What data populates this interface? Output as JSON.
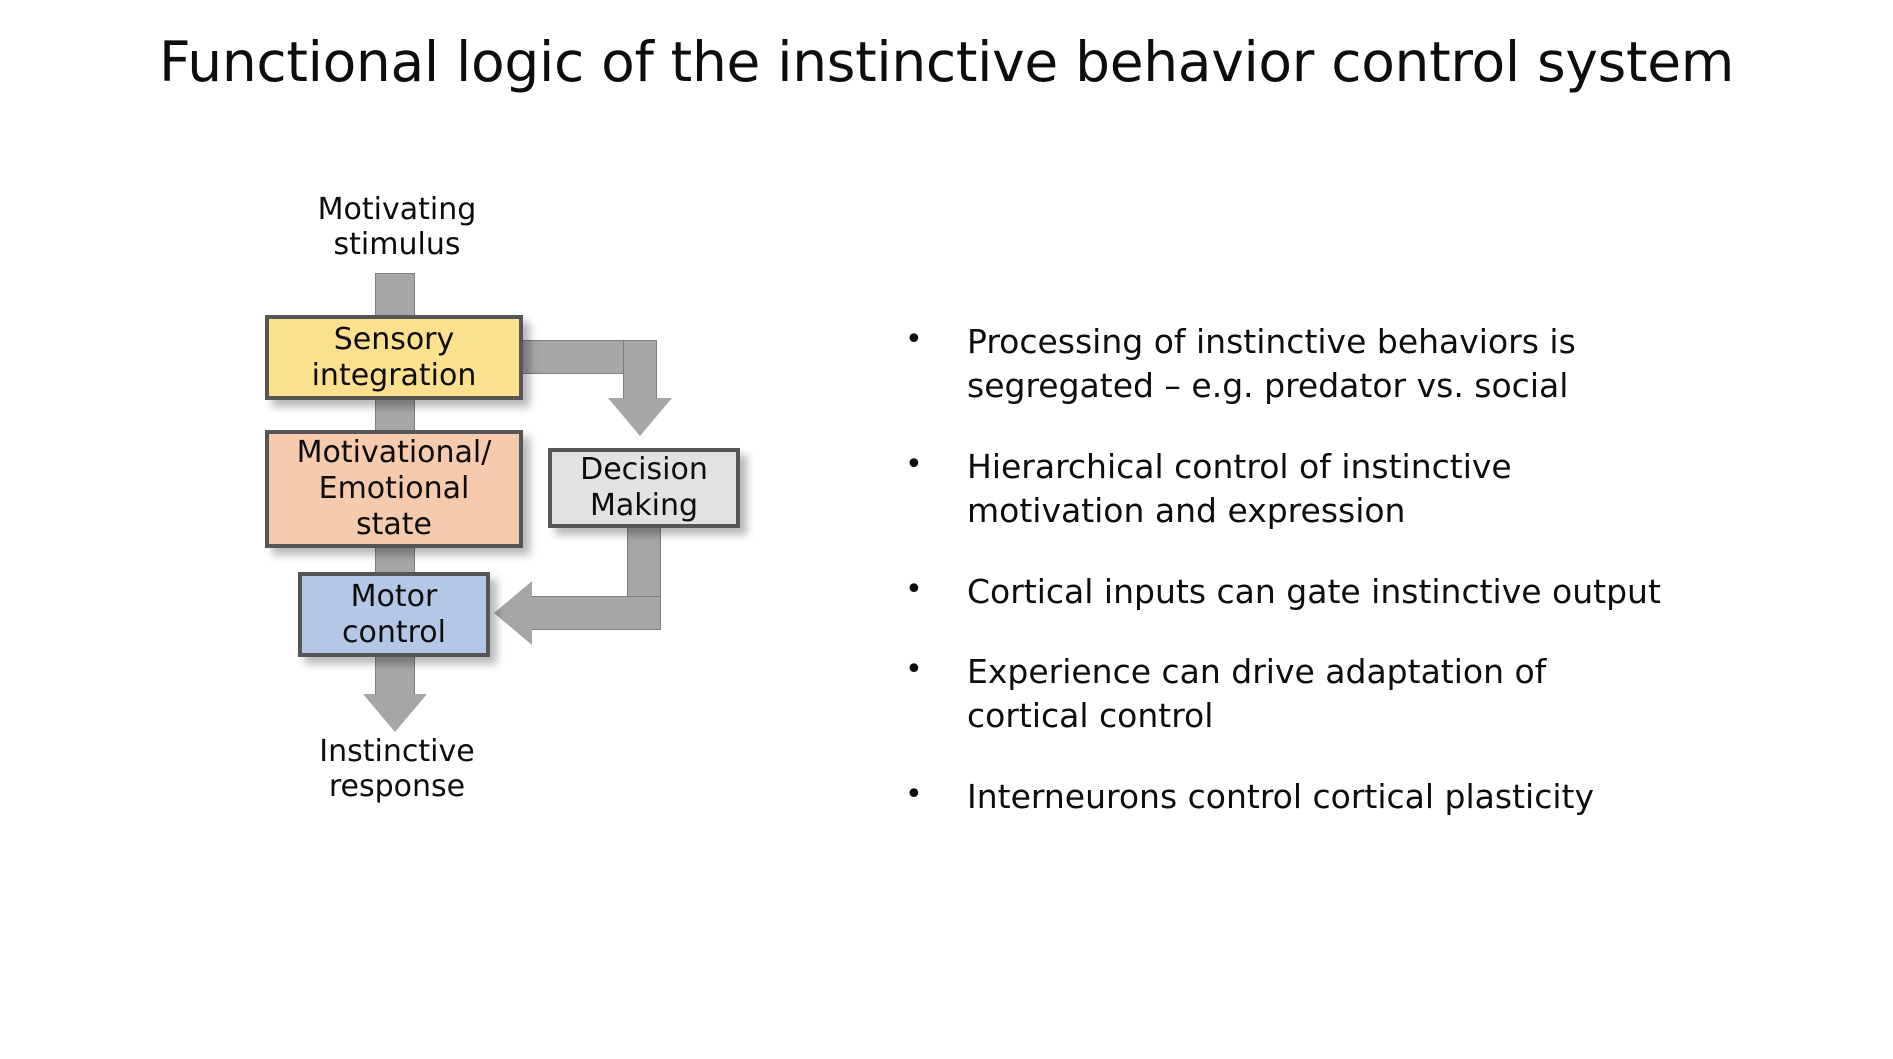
{
  "slide": {
    "title": "Functional logic of the instinctive behavior control system",
    "background_color": "#ffffff"
  },
  "diagram": {
    "input_label": "Motivating\nstimulus",
    "output_label": "Instinctive\nresponse",
    "nodes": [
      {
        "id": "sensory",
        "label": "Sensory\nintegration",
        "fill": "#fbe08e",
        "border": "#565656"
      },
      {
        "id": "motivational",
        "label": "Motivational/\nEmotional\nstate",
        "fill": "#f6cbad",
        "border": "#565656"
      },
      {
        "id": "motor",
        "label": "Motor\ncontrol",
        "fill": "#b4c7e7",
        "border": "#565656"
      },
      {
        "id": "decision",
        "label": "Decision\nMaking",
        "fill": "#e2e2e2",
        "border": "#565656"
      }
    ],
    "connector_color": "#a6a6a6",
    "connector_edge_color": "#7f7f7f",
    "flows": [
      "Motivating stimulus -> Sensory integration",
      "Sensory integration -> Motivational/Emotional state",
      "Motivational/Emotional state -> Motor control",
      "Motor control -> Instinctive response",
      "Sensory integration -> Decision Making",
      "Decision Making -> Motor control"
    ]
  },
  "bullets": {
    "marker": "•",
    "items": [
      "Processing of instinctive behaviors is segregated – e.g. predator vs. social",
      "Hierarchical control of instinctive motivation and expression",
      "Cortical inputs can gate instinctive output",
      "Experience can drive adaptation of cortical control",
      "Interneurons control cortical plasticity"
    ]
  }
}
